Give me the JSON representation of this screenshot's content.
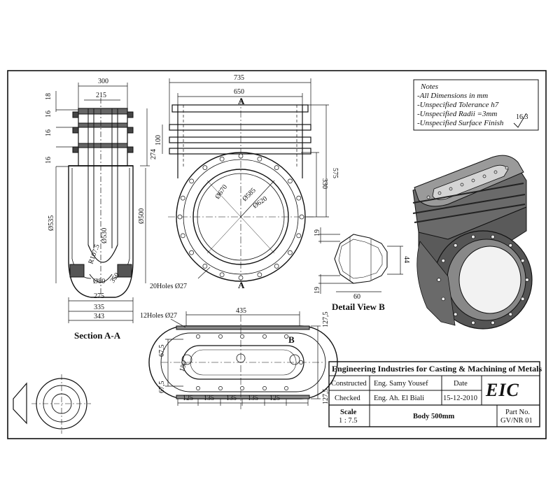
{
  "notes": {
    "title": "Notes",
    "lines": [
      "-All Dimensions in mm",
      "-Unspecified Tolerance h7",
      "-Unspecified Radii =3mm",
      "-Unspecified  Surface Finish"
    ],
    "finish_value": "16.3"
  },
  "views": {
    "section_label": "Section A-A",
    "detail_label": "Detail View B",
    "holes_front": "20Holes Ø27",
    "holes_top": "12Holes Ø27",
    "cut_mark": "A",
    "detail_mark": "B"
  },
  "dims": {
    "section": {
      "d300": "300",
      "d215": "215",
      "d18": "18",
      "d16a": "16",
      "d16b": "16",
      "d16c": "16",
      "d274": "274",
      "d535": "Ø535",
      "d530": "Ø530",
      "d500": "Ø500",
      "r107": "R107.5",
      "d80": "Ø80",
      "d350": "350",
      "d275": "275",
      "d335": "335",
      "d343": "343"
    },
    "front": {
      "d735": "735",
      "d650": "650",
      "d100": "100",
      "d575": "575",
      "d330": "330",
      "d670": "Ø670",
      "d585": "Ø585",
      "d620": "Ø620"
    },
    "detail": {
      "d19a": "19",
      "d19b": "19",
      "d44": "44",
      "d60": "60"
    },
    "top": {
      "d435": "435",
      "d1275a": "127,5",
      "d1275b": "127,5",
      "d675a": "67,5",
      "d675b": "67,5",
      "d150": "150",
      "spacing": [
        "125",
        "135",
        "135",
        "135",
        "125"
      ]
    }
  },
  "title_block": {
    "company": "Engineering Industries for Casting & Machining of Metals",
    "constructed_label": "Constructed",
    "constructed_by": "Eng. Samy Yousef",
    "date_label": "Date",
    "checked_label": "Checked",
    "checked_by": "Eng. Ah. El Biali",
    "date": "15-12-2010",
    "logo": "EIC",
    "scale_label": "Scale",
    "scale": "1 : 7.5",
    "part_name": "Body 500mm",
    "part_no_label": "Part No.",
    "part_no": "GV/NR 01"
  }
}
